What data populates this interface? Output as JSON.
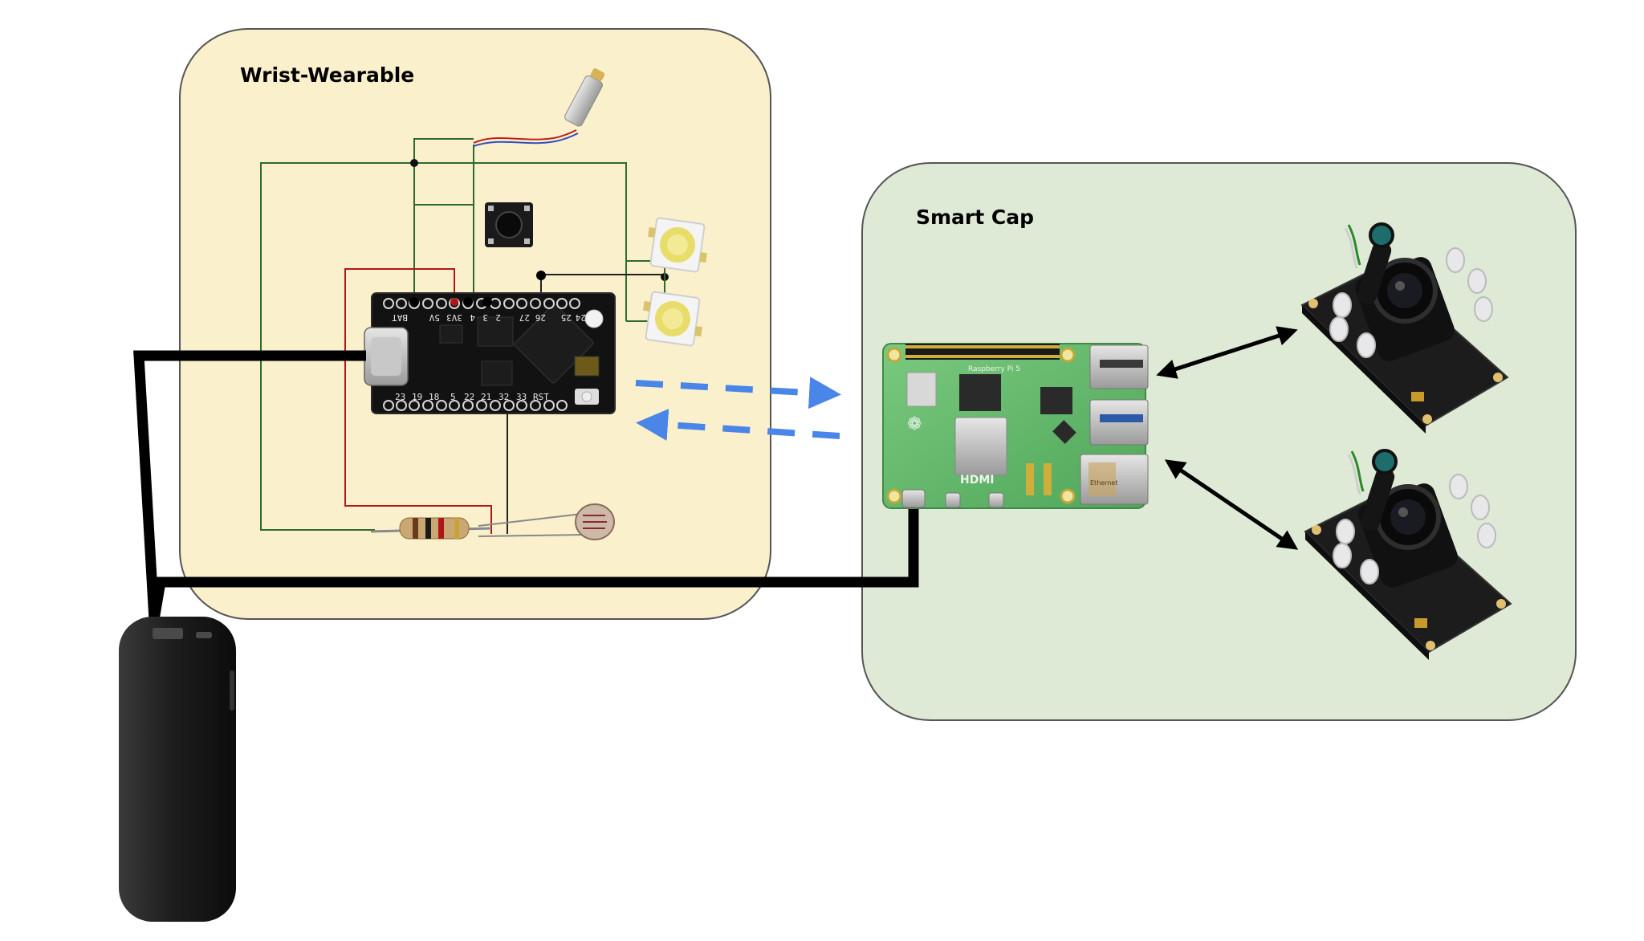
{
  "diagram": {
    "panels": [
      {
        "id": "wrist",
        "title": "Wrist-Wearable",
        "fill": "#fbf0cc"
      },
      {
        "id": "cap",
        "title": "Smart Cap",
        "fill": "#dfead6"
      }
    ],
    "components": [
      {
        "id": "microcontroller",
        "icon": "microcontroller-board-icon"
      },
      {
        "id": "vibration-motor",
        "icon": "vibration-motor-icon"
      },
      {
        "id": "push-button",
        "icon": "push-button-icon"
      },
      {
        "id": "led-1",
        "icon": "smd-led-icon"
      },
      {
        "id": "led-2",
        "icon": "smd-led-icon"
      },
      {
        "id": "resistor",
        "icon": "resistor-icon"
      },
      {
        "id": "photoresistor",
        "icon": "photoresistor-icon"
      },
      {
        "id": "raspberry-pi",
        "icon": "raspberry-pi-board-icon"
      },
      {
        "id": "camera-1",
        "icon": "camera-module-icon"
      },
      {
        "id": "camera-2",
        "icon": "camera-module-icon"
      },
      {
        "id": "power-bank",
        "icon": "power-bank-icon"
      }
    ],
    "board_pins_top": [
      "BAT",
      "5V",
      "3V3",
      "4",
      "3",
      "2",
      "27",
      "26",
      "25",
      "24"
    ],
    "board_pins_bottom": [
      "23",
      "19",
      "18",
      "5",
      "22",
      "21",
      "32",
      "33",
      "RST"
    ],
    "pi_labels": {
      "model": "Raspberry Pi 5",
      "hdmi": "HDMI",
      "lan": "Ethernet"
    },
    "colors": {
      "wire_green": "#2e6a2e",
      "wire_red": "#b01818",
      "power_cable": "#000000",
      "wireless_arrow": "#4a86e8",
      "camera_link": "#000000"
    }
  }
}
